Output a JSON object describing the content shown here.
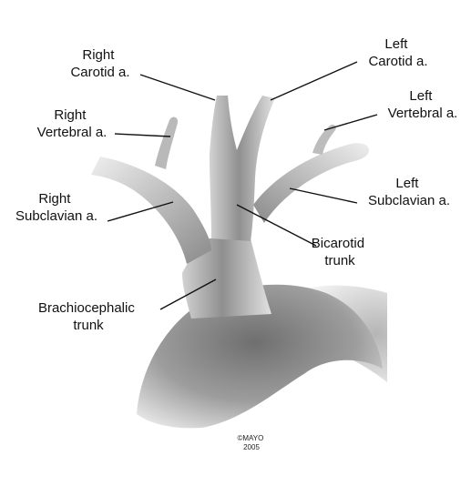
{
  "labels": {
    "right_carotid": [
      "Right",
      "Carotid a."
    ],
    "left_carotid": [
      "Left",
      "Carotid a."
    ],
    "right_vertebral": [
      "Right",
      "Vertebral a."
    ],
    "left_vertebral": [
      "Left",
      "Vertebral a."
    ],
    "right_subclavian": [
      "Right",
      "Subclavian a."
    ],
    "left_subclavian": [
      "Left",
      "Subclavian a."
    ],
    "bicarotid_trunk": [
      "Bicarotid",
      "trunk"
    ],
    "brachiocephalic_trunk": [
      "Brachiocephalic",
      "trunk"
    ]
  },
  "credit": [
    "©MAYO",
    "2005"
  ],
  "colors": {
    "vessel_dark": "#6f6f6f",
    "vessel_mid": "#a4a4a4",
    "vessel_light": "#e6e6e6",
    "text": "#111111",
    "background": "#ffffff"
  }
}
